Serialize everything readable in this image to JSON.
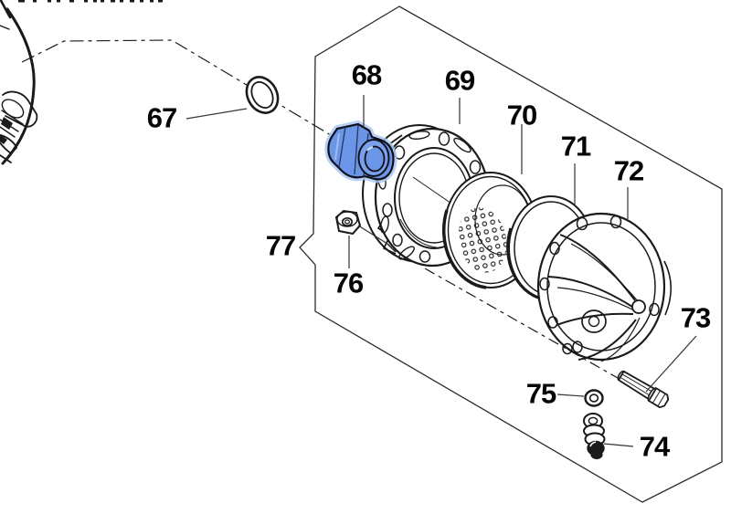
{
  "diagram": {
    "type": "exploded-parts-diagram",
    "background": "#ffffff",
    "line_color": "#1a1a1a",
    "accent_color": "#6b96e8",
    "accent_glow": "#abc8f5",
    "callouts": {
      "c67": {
        "number": "67",
        "part": "seal-ring"
      },
      "c68": {
        "number": "68",
        "part": "inlet-fitting-highlighted"
      },
      "c69": {
        "number": "69",
        "part": "flange-ring"
      },
      "c70": {
        "number": "70",
        "part": "perforated-plate"
      },
      "c71": {
        "number": "71",
        "part": "diaphragm-ring"
      },
      "c72": {
        "number": "72",
        "part": "dome-cover"
      },
      "c73": {
        "number": "73",
        "part": "hex-bolt"
      },
      "c74": {
        "number": "74",
        "part": "barb-fitting"
      },
      "c75": {
        "number": "75",
        "part": "washer"
      },
      "c76": {
        "number": "76",
        "part": "nut"
      },
      "c77": {
        "number": "77",
        "part": "assembly-boundary"
      }
    }
  }
}
